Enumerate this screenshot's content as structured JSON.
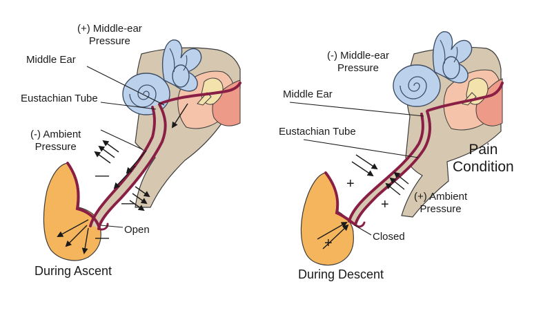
{
  "ascent": {
    "middle_ear_pressure_line1": "(+) Middle-ear",
    "middle_ear_pressure_line2": "Pressure",
    "middle_ear": "Middle Ear",
    "eustachian_tube": "Eustachian Tube",
    "ambient_pressure_line1": "(-) Ambient",
    "ambient_pressure_line2": "Pressure",
    "tube_state": "Open",
    "caption": "During Ascent",
    "ambient_signs": [
      "—",
      "—"
    ],
    "throat_sign": "—"
  },
  "descent": {
    "middle_ear_pressure_line1": "(-) Middle-ear",
    "middle_ear_pressure_line2": "Pressure",
    "middle_ear": "Middle Ear",
    "eustachian_tube": "Eustachian Tube",
    "condition_line1": "Pain",
    "condition_line2": "Condition",
    "ambient_pressure_line1": "(+)  Ambient",
    "ambient_pressure_line2": "Pressure",
    "tube_state": "Closed",
    "caption": "During Descent",
    "ambient_signs": [
      "+",
      "+"
    ],
    "throat_sign": "+"
  },
  "colors": {
    "tissue": "#d6c8b0",
    "inner_ear": "#bcd2ec",
    "inner_ear_stroke": "#3d4d66",
    "middle_ear_cavity": "#f4c3a9",
    "ear_canal": "#ee9a88",
    "ossicles": "#f4e2ac",
    "tube_wall": "#8a1f45",
    "throat": "#f5b55c",
    "outline": "#3a3a3a"
  }
}
